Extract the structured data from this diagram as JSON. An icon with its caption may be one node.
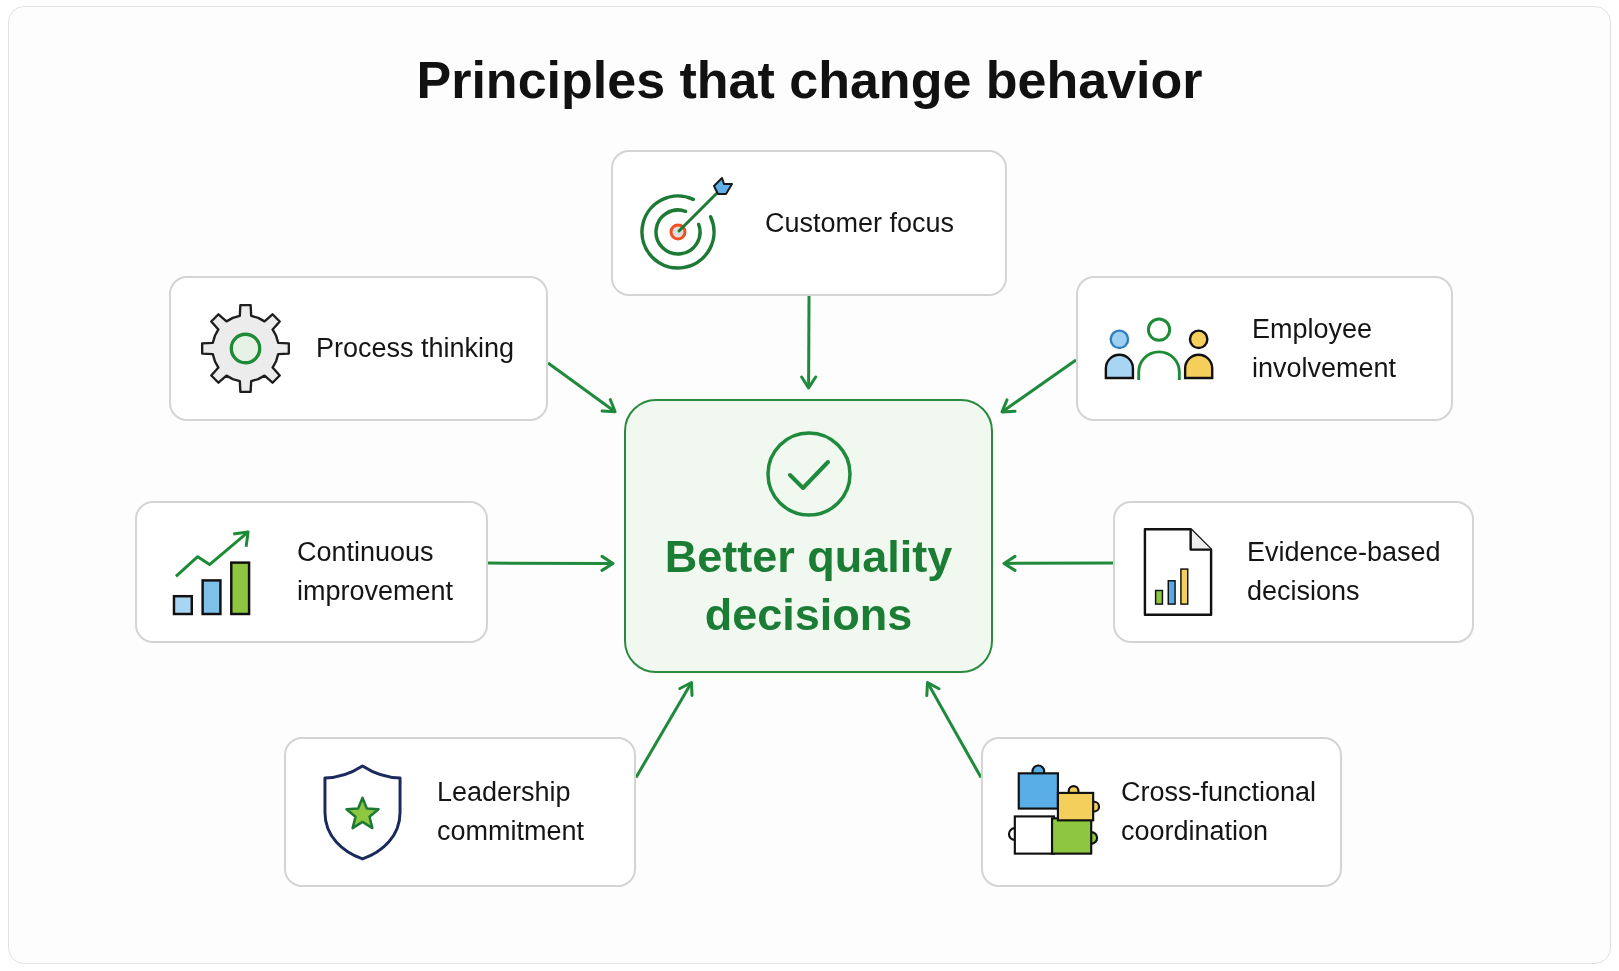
{
  "diagram": {
    "title": "Principles that change behavior",
    "nodes": [
      {
        "text": [
          "Customer focus"
        ]
      },
      {
        "text": [
          "Process thinking"
        ]
      },
      {
        "text": [
          "Employee involvement"
        ]
      },
      {
        "text": [
          "Better quality decisions"
        ]
      },
      {
        "text": [
          "Continuous improvement"
        ]
      },
      {
        "text": [
          "Evidence-based decisions"
        ]
      },
      {
        "text": [
          "Leadership commitment"
        ]
      },
      {
        "text": [
          "Cross-functional coordination"
        ]
      }
    ],
    "edges": [
      {
        "from": 0,
        "to": 3,
        "arrow": "to"
      },
      {
        "from": 1,
        "to": 3,
        "arrow": "to"
      },
      {
        "from": 2,
        "to": 3,
        "arrow": "to"
      },
      {
        "from": 4,
        "to": 3,
        "arrow": "to"
      },
      {
        "from": 5,
        "to": 3,
        "arrow": "to"
      },
      {
        "from": 6,
        "to": 3,
        "arrow": "to"
      },
      {
        "from": 7,
        "to": 3,
        "arrow": "to"
      }
    ]
  }
}
